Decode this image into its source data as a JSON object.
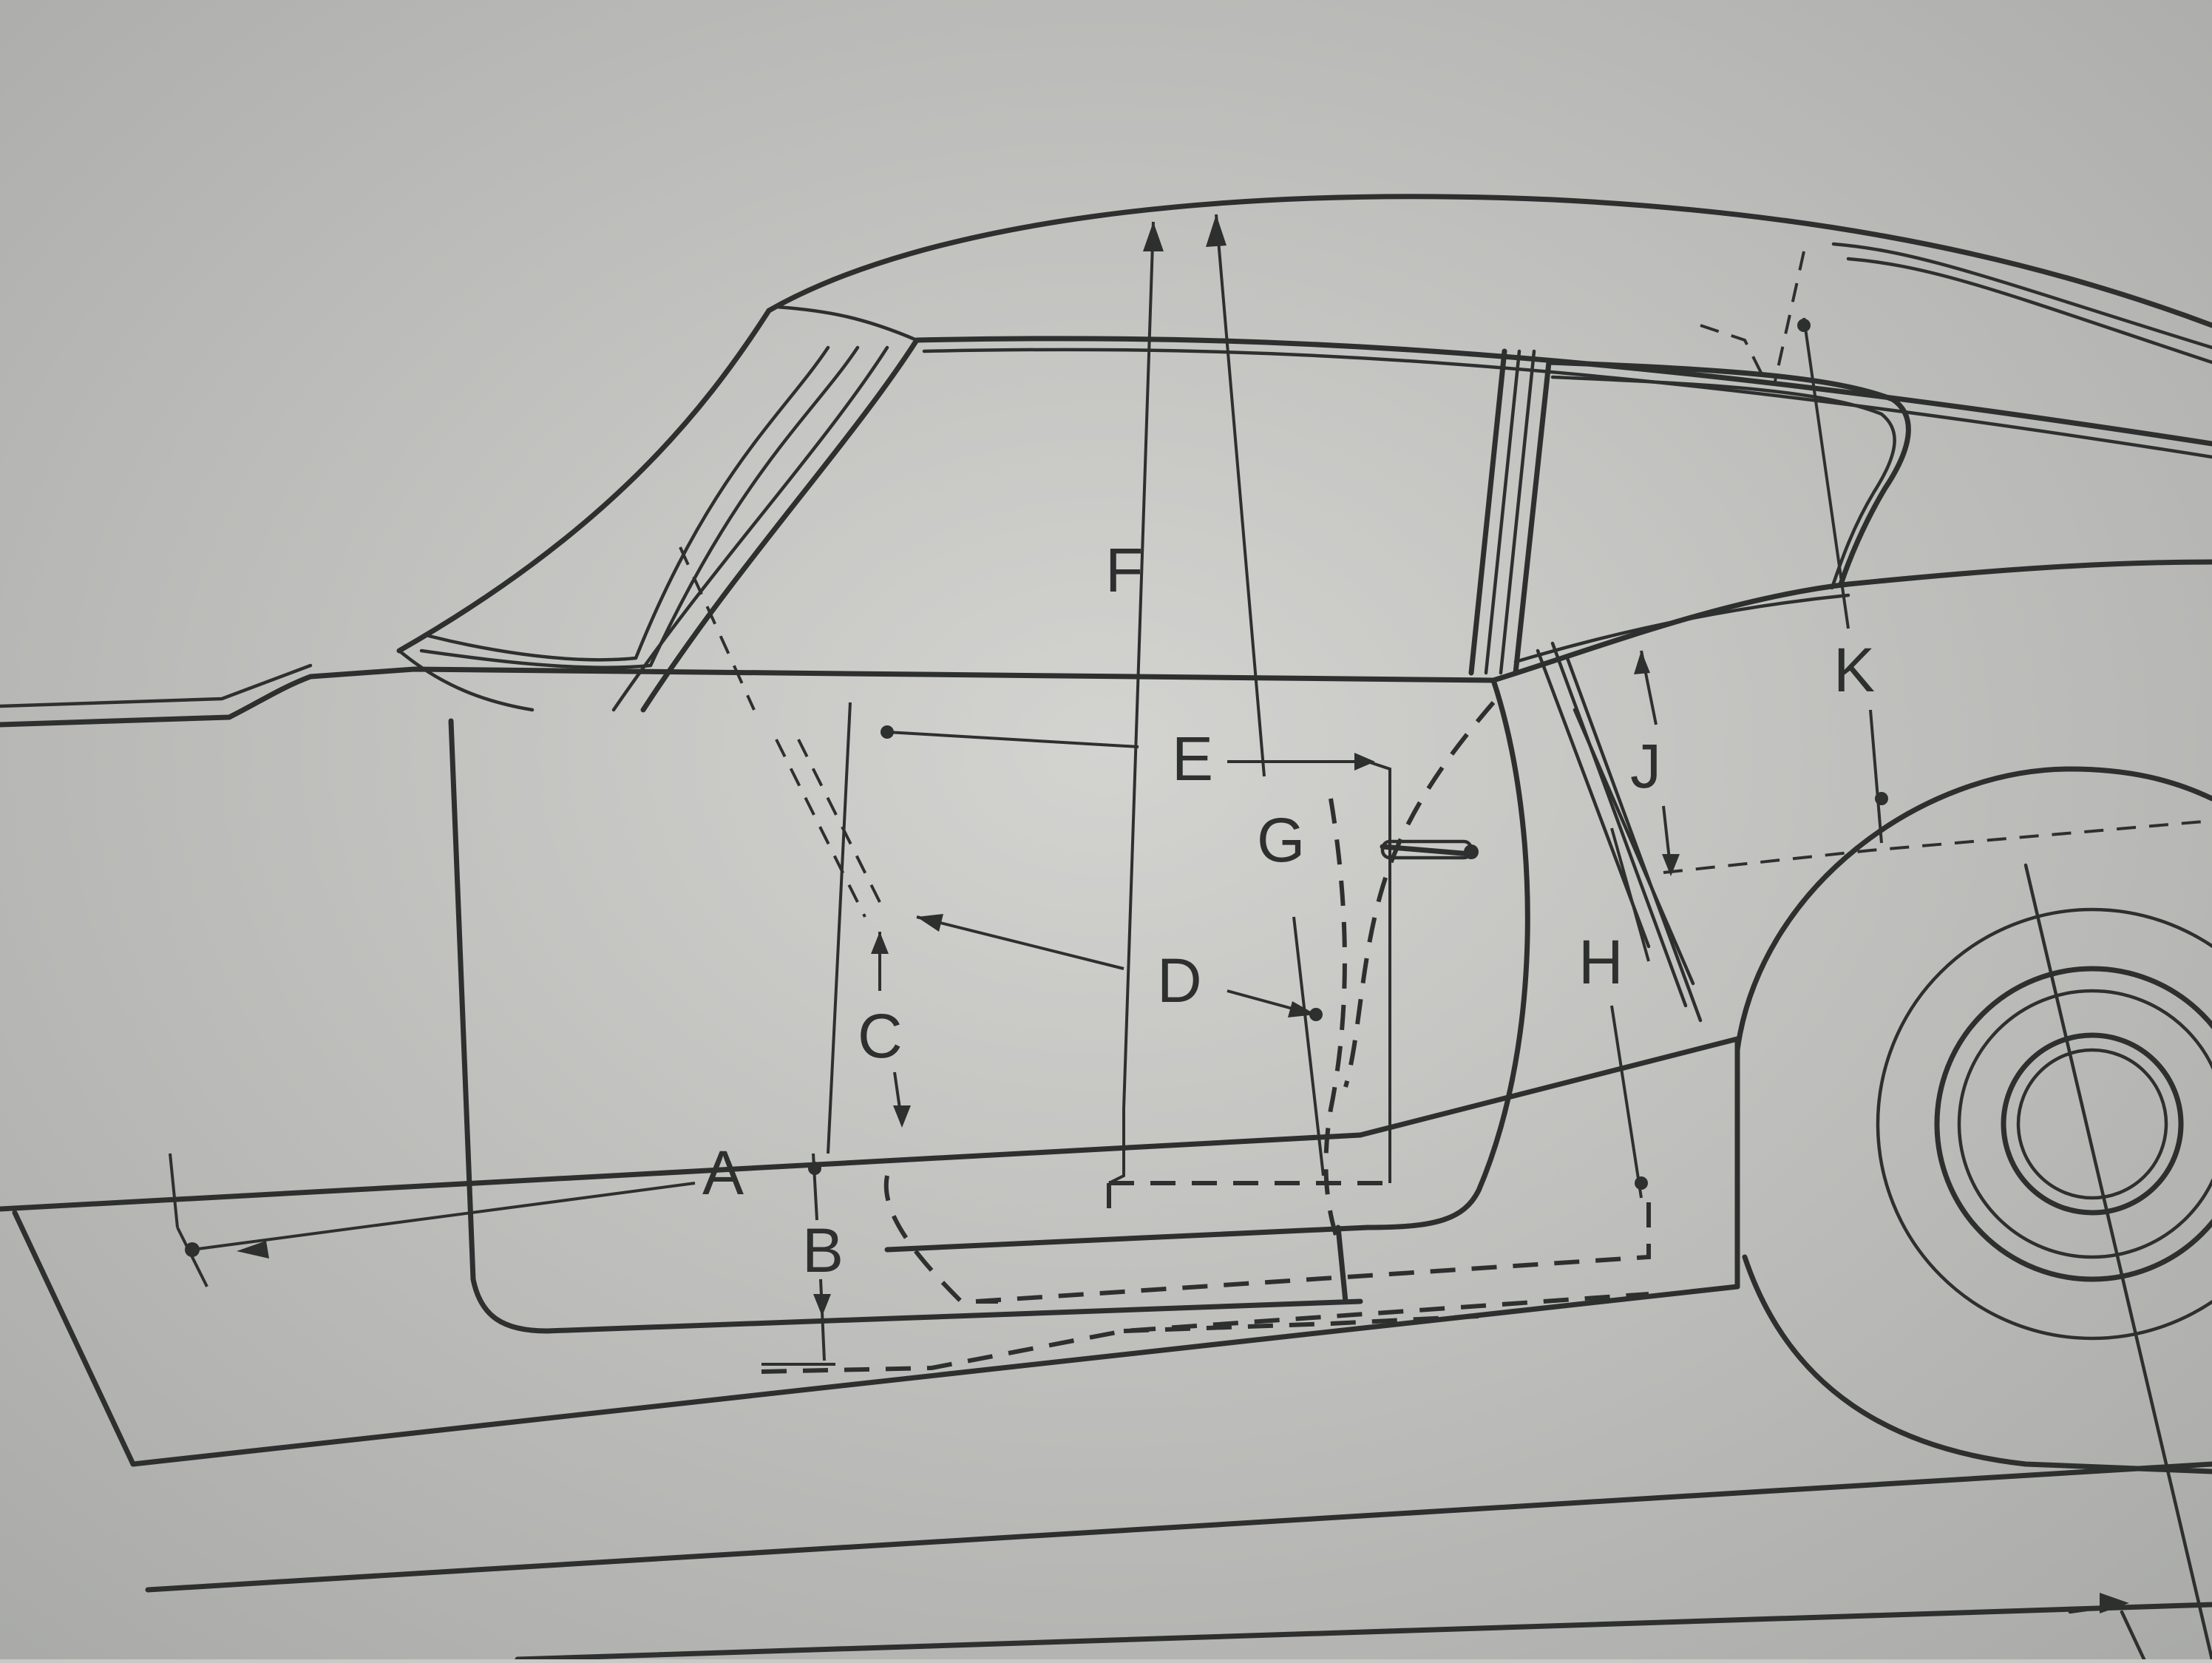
{
  "diagram": {
    "labels": {
      "A": "A",
      "B": "B",
      "C": "C",
      "D": "D",
      "E": "E",
      "F": "F",
      "G": "G",
      "H": "H",
      "J": "J",
      "K": "K"
    },
    "colors": {
      "paper": "#c9c9c6",
      "ink": "#2e302f"
    }
  }
}
